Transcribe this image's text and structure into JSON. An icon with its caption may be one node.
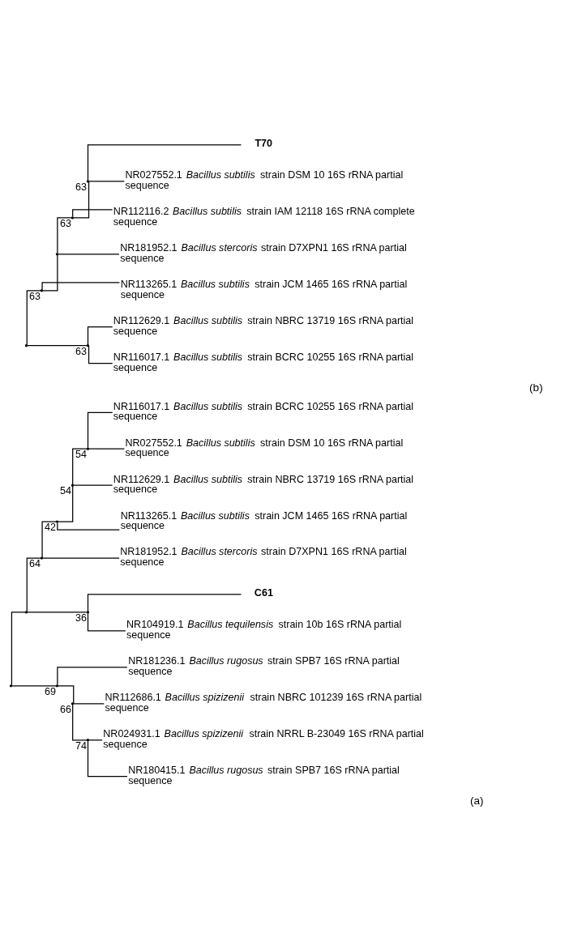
{
  "diagram": {
    "nodes": [
      {
        "text": [],
        "shape": "point"
      },
      {
        "text": [],
        "shape": "point"
      },
      {
        "text": [],
        "shape": "point",
        "beside": [
          "64"
        ]
      },
      {
        "text": [],
        "shape": "point",
        "beside": [
          "42"
        ]
      },
      {
        "text": [],
        "shape": "point",
        "beside": [
          "54"
        ]
      },
      {
        "text": [],
        "shape": "point",
        "beside": [
          "54"
        ]
      },
      {
        "text": [
          "NR116017.1 *Bacillus subtilis* strain BCRC 10255 16S rRNA partial sequence"
        ]
      },
      {
        "text": [
          "NR027552.1 *Bacillus subtilis* strain DSM 10 16S rRNA partial sequence"
        ]
      },
      {
        "text": [
          "NR112629.1 *Bacillus subtilis* strain NBRC 13719 16S rRNA partial sequence"
        ]
      },
      {
        "text": [
          "NR113265.1 *Bacillus subtilis* strain JCM 1465 16S rRNA partial sequence"
        ]
      },
      {
        "text": [
          "NR181952.1 *Bacillus stercoris* strain D7XPN1 16S rRNA partial sequence"
        ]
      },
      {
        "text": [],
        "shape": "point",
        "beside": [
          "36"
        ]
      },
      {
        "text": [
          "C61"
        ]
      },
      {
        "text": [
          "NR104919.1 *Bacillus tequilensis* strain 10b 16S rRNA partial sequence"
        ]
      },
      {
        "text": [],
        "shape": "point",
        "beside": [
          "69"
        ]
      },
      {
        "text": [
          "NR181236.1 *Bacillus rugosus* strain SPB7 16S rRNA partial sequence"
        ]
      },
      {
        "text": [],
        "shape": "point",
        "beside": [
          "66"
        ]
      },
      {
        "text": [
          "NR112686.1 *Bacillus spizizenii* strain NBRC 101239 16S rRNA partial sequence"
        ]
      },
      {
        "text": [],
        "shape": "point",
        "beside": [
          "74"
        ]
      },
      {
        "text": [
          "NR024931.1 *Bacillus spizizenii* strain NRRL B-23049 16S rRNA partial sequence"
        ]
      },
      {
        "text": [
          "NR180415.1 *Bacillus rugosus* strain SPB7 16S rRNA partial sequence"
        ]
      },
      {
        "text": [],
        "shape": "point"
      },
      {
        "text": [],
        "shape": "point",
        "beside": [
          "63"
        ]
      },
      {
        "text": [],
        "shape": "point"
      },
      {
        "text": [],
        "shape": "point",
        "beside": [
          "63"
        ]
      },
      {
        "text": [],
        "shape": "point",
        "beside": [
          "63"
        ]
      },
      {
        "text": [
          "T70"
        ]
      },
      {
        "text": [
          "NR027552.1 *Bacillus subtilis* strain DSM 10 16S rRNA partial sequence"
        ]
      },
      {
        "text": [
          "NR112116.2 *Bacillus subtilis* strain IAM 12118 16S rRNA complete sequence"
        ]
      },
      {
        "text": [
          "NR181952.1 *Bacillus stercoris* strain D7XPN1 16S rRNA partial sequence"
        ]
      },
      {
        "text": [
          "NR113265.1 *Bacillus subtilis* strain JCM 1465 16S rRNA partial sequence"
        ]
      },
      {
        "text": [],
        "shape": "point",
        "beside": [
          "63"
        ]
      },
      {
        "text": [
          "NR112629.1 *Bacillus subtilis* strain NBRC 13719 16S rRNA partial sequence"
        ]
      },
      {
        "text": [
          "NR116017.1 *Bacillus subtilis* strain BCRC 10255 16S rRNA partial sequence"
        ]
      }
    ],
    "edges": [
      {
        "from": 0,
        "to": 1,
        "arrow": "none"
      },
      {
        "from": 0,
        "to": 14,
        "arrow": "none"
      },
      {
        "from": 1,
        "to": 2,
        "arrow": "none"
      },
      {
        "from": 1,
        "to": 11,
        "arrow": "none"
      },
      {
        "from": 2,
        "to": 3,
        "arrow": "none"
      },
      {
        "from": 2,
        "to": 10,
        "arrow": "none"
      },
      {
        "from": 3,
        "to": 4,
        "arrow": "none"
      },
      {
        "from": 3,
        "to": 9,
        "arrow": "none"
      },
      {
        "from": 4,
        "to": 5,
        "arrow": "none"
      },
      {
        "from": 4,
        "to": 8,
        "arrow": "none"
      },
      {
        "from": 5,
        "to": 6,
        "arrow": "none"
      },
      {
        "from": 5,
        "to": 7,
        "arrow": "none"
      },
      {
        "from": 11,
        "to": 12,
        "arrow": "none"
      },
      {
        "from": 11,
        "to": 13,
        "arrow": "none"
      },
      {
        "from": 14,
        "to": 15,
        "arrow": "none"
      },
      {
        "from": 14,
        "to": 16,
        "arrow": "none"
      },
      {
        "from": 16,
        "to": 17,
        "arrow": "none"
      },
      {
        "from": 16,
        "to": 18,
        "arrow": "none"
      },
      {
        "from": 18,
        "to": 19,
        "arrow": "none"
      },
      {
        "from": 18,
        "to": 20,
        "arrow": "none"
      },
      {
        "from": 21,
        "to": 22,
        "arrow": "none"
      },
      {
        "from": 21,
        "to": 31,
        "arrow": "none"
      },
      {
        "from": 22,
        "to": 23,
        "arrow": "none"
      },
      {
        "from": 22,
        "to": 30,
        "arrow": "none"
      },
      {
        "from": 23,
        "to": 24,
        "arrow": "none"
      },
      {
        "from": 23,
        "to": 29,
        "arrow": "none"
      },
      {
        "from": 24,
        "to": 25,
        "arrow": "none"
      },
      {
        "from": 24,
        "to": 28,
        "arrow": "none"
      },
      {
        "from": 25,
        "to": 26,
        "arrow": "none"
      },
      {
        "from": 25,
        "to": 27,
        "arrow": "none"
      },
      {
        "from": 31,
        "to": 32,
        "arrow": "none"
      },
      {
        "from": 31,
        "to": 33,
        "arrow": "none"
      }
    ],
    "labels": [
      "(a)",
      "(b)"
    ]
  }
}
